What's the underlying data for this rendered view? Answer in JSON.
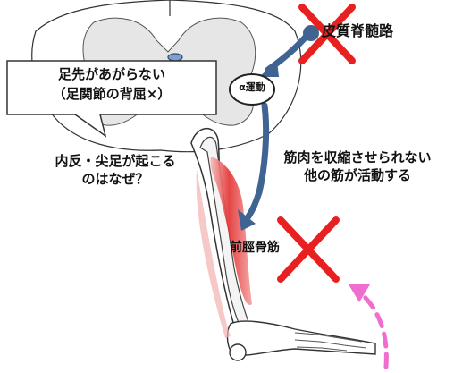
{
  "tract_label": "皮質脊髄路",
  "callout": {
    "line1": "足先があがらない",
    "line2": "（足関節の背屈×）"
  },
  "alpha_motor": "α運動",
  "question": {
    "line1": "内反・尖足が起こる",
    "line2": "のはなぜ？"
  },
  "muscle_note": {
    "line1": "筋肉を収縮させられない",
    "line2": "他の筋が活動する"
  },
  "muscle_label": "前脛骨筋",
  "colors": {
    "arrow_blue": "#3f6491",
    "cross_red": "#e82020",
    "muscle_red": "#e23030",
    "dash_pink": "#ef6fd0",
    "cord_gray": "#e6e6e6"
  }
}
